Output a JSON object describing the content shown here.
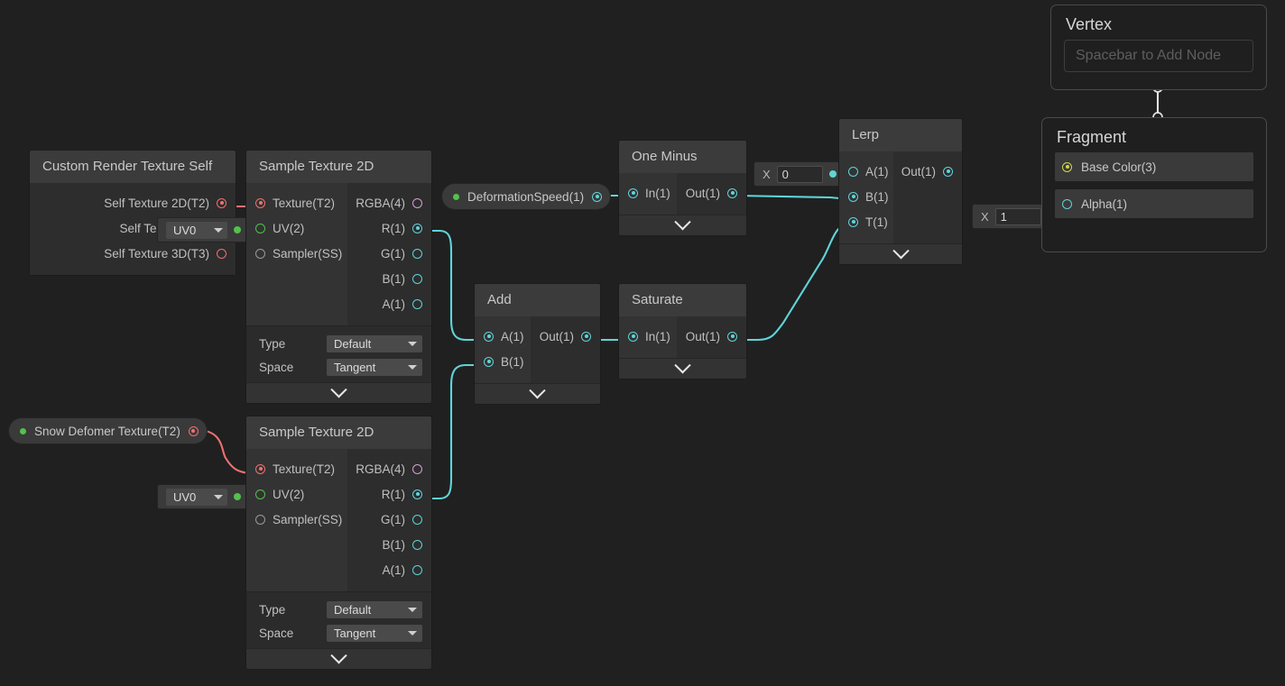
{
  "app": {
    "background": "#202020",
    "accent_cyan": "#5fd4d9",
    "accent_green": "#51c24a",
    "accent_red": "#f07070",
    "accent_pink": "#d49fd4",
    "accent_yellow": "#d2d44f"
  },
  "properties": [
    {
      "name": "snow-deformer-texture",
      "label": "Snow Defomer Texture(T2)",
      "port_color": "#f07070"
    },
    {
      "name": "deformation-speed",
      "label": "DeformationSpeed(1)",
      "port_color": "#5fd4d9"
    }
  ],
  "nodes": {
    "custom_render_texture_self": {
      "title": "Custom Render Texture Self",
      "outputs": [
        {
          "label": "Self Texture 2D(T2)",
          "color": "red",
          "filled": true
        },
        {
          "label": "Self Texture (T2)",
          "color": "red",
          "filled": true
        },
        {
          "label": "Self Texture 3D(T3)",
          "color": "red",
          "filled": false
        }
      ]
    },
    "sample_texture_2d_top": {
      "title": "Sample Texture 2D",
      "inputs": [
        {
          "label": "Texture(T2)",
          "color": "red",
          "filled": true
        },
        {
          "label": "UV(2)",
          "color": "green",
          "filled": false
        },
        {
          "label": "Sampler(SS)",
          "color": "gray",
          "filled": false
        }
      ],
      "outputs": [
        {
          "label": "RGBA(4)",
          "color": "pink",
          "filled": false
        },
        {
          "label": "R(1)",
          "color": "cyan",
          "filled": true
        },
        {
          "label": "G(1)",
          "color": "cyan",
          "filled": false
        },
        {
          "label": "B(1)",
          "color": "cyan",
          "filled": false
        },
        {
          "label": "A(1)",
          "color": "cyan",
          "filled": false
        }
      ],
      "settings": [
        {
          "label": "Type",
          "value": "Default"
        },
        {
          "label": "Space",
          "value": "Tangent"
        }
      ]
    },
    "sample_texture_2d_bottom": {
      "title": "Sample Texture 2D",
      "inputs": [
        {
          "label": "Texture(T2)",
          "color": "red",
          "filled": true
        },
        {
          "label": "UV(2)",
          "color": "green",
          "filled": false
        },
        {
          "label": "Sampler(SS)",
          "color": "gray",
          "filled": false
        }
      ],
      "outputs": [
        {
          "label": "RGBA(4)",
          "color": "pink",
          "filled": false
        },
        {
          "label": "R(1)",
          "color": "cyan",
          "filled": true
        },
        {
          "label": "G(1)",
          "color": "cyan",
          "filled": false
        },
        {
          "label": "B(1)",
          "color": "cyan",
          "filled": false
        },
        {
          "label": "A(1)",
          "color": "cyan",
          "filled": false
        }
      ],
      "settings": [
        {
          "label": "Type",
          "value": "Default"
        },
        {
          "label": "Space",
          "value": "Tangent"
        }
      ]
    },
    "add": {
      "title": "Add",
      "inputs": [
        {
          "label": "A(1)",
          "color": "cyan",
          "filled": true
        },
        {
          "label": "B(1)",
          "color": "cyan",
          "filled": true
        }
      ],
      "outputs": [
        {
          "label": "Out(1)",
          "color": "cyan",
          "filled": true
        }
      ]
    },
    "saturate": {
      "title": "Saturate",
      "inputs": [
        {
          "label": "In(1)",
          "color": "cyan",
          "filled": true
        }
      ],
      "outputs": [
        {
          "label": "Out(1)",
          "color": "cyan",
          "filled": true
        }
      ]
    },
    "one_minus": {
      "title": "One Minus",
      "inputs": [
        {
          "label": "In(1)",
          "color": "cyan",
          "filled": true
        }
      ],
      "outputs": [
        {
          "label": "Out(1)",
          "color": "cyan",
          "filled": true
        }
      ]
    },
    "lerp": {
      "title": "Lerp",
      "inputs": [
        {
          "label": "A(1)",
          "color": "cyan",
          "filled": false
        },
        {
          "label": "B(1)",
          "color": "cyan",
          "filled": true
        },
        {
          "label": "T(1)",
          "color": "cyan",
          "filled": true
        }
      ],
      "outputs": [
        {
          "label": "Out(1)",
          "color": "cyan",
          "filled": true
        }
      ]
    }
  },
  "widgets": {
    "uv0_top": {
      "value": "UV0"
    },
    "uv0_bottom": {
      "value": "UV0"
    },
    "lerp_a_float": {
      "label": "X",
      "value": "0"
    },
    "alpha_float": {
      "label": "X",
      "value": "1"
    }
  },
  "master_stack": {
    "vertex": {
      "title": "Vertex",
      "placeholder": "Spacebar to Add Node"
    },
    "fragment": {
      "title": "Fragment",
      "blocks": [
        {
          "label": "Base Color(3)",
          "color": "yellow",
          "filled": true
        },
        {
          "label": "Alpha(1)",
          "color": "cyan",
          "filled": false
        }
      ]
    }
  }
}
